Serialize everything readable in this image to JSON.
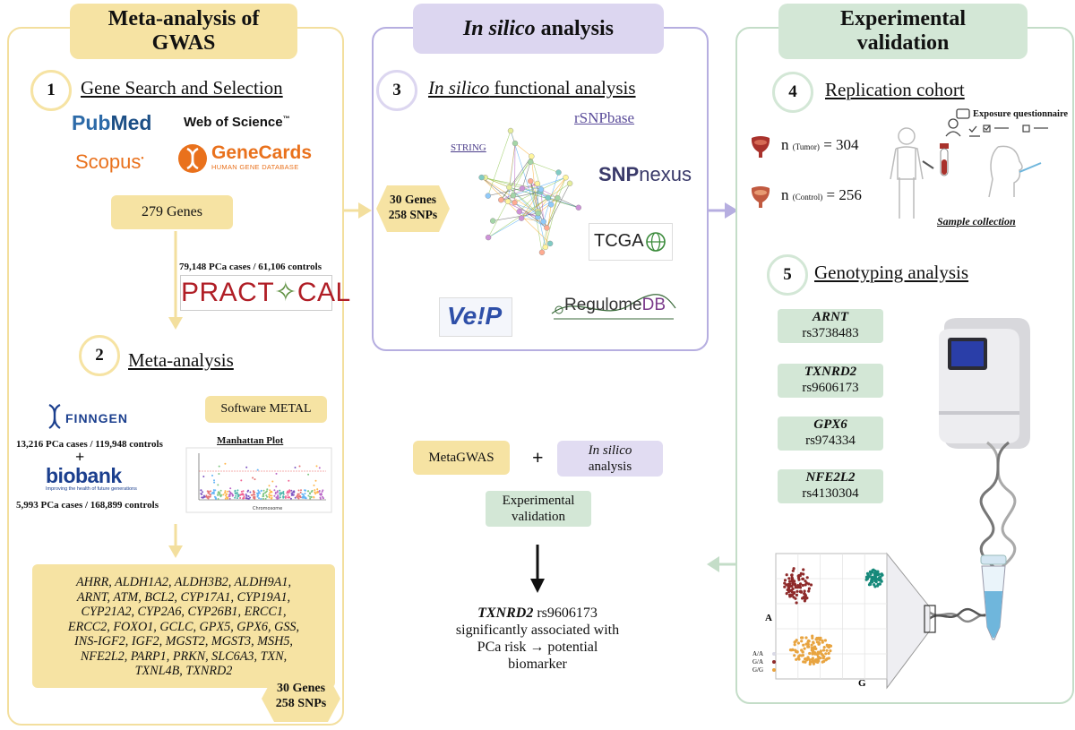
{
  "panels": {
    "meta": {
      "title_line1": "Meta-analysis of",
      "title_line2": "GWAS",
      "color": "#f6e3a3",
      "border": "#f3df9e"
    },
    "silico": {
      "title_em": "In silico",
      "title_rest": " analysis",
      "color": "#dcd6f0",
      "border": "#b6aee0"
    },
    "exp": {
      "title_line1": "Experimental",
      "title_line2": "validation",
      "color": "#d3e7d6",
      "border": "#c4ddc8"
    }
  },
  "step1": {
    "num": "1",
    "title": "Gene Search and Selection",
    "logos": {
      "pubmed_a": "Pub",
      "pubmed_b": "Med",
      "wos": "Web of Science",
      "wos_tm": "™",
      "scopus": "Scopus",
      "genecards": "GeneCards",
      "genecards_sub": "HUMAN GENE DATABASE"
    },
    "genes_box": "279 Genes"
  },
  "practical": {
    "cases": "79,148 PCa cases / 61,106 controls",
    "logo_a": "PRACT",
    "logo_b": "CAL"
  },
  "step2": {
    "num": "2",
    "title": "Meta-analysis",
    "finngen": "FINNGEN",
    "finngen_cases": "13,216 PCa cases / 119,948 controls",
    "plus": "+",
    "biobank": "biobank",
    "biobank_sub": "Improving the health of future generations",
    "biobank_cases": "5,993 PCa cases / 168,899 controls",
    "metal": "Software METAL",
    "manhattan": "Manhattan Plot",
    "manhattan_xlabel": "Chromosome"
  },
  "gene_list": [
    "AHRR, ALDH1A2,  ALDH3B2, ALDH9A1,",
    "ARNT, ATM, BCL2, CYP17A1, CYP19A1,",
    "CYP21A2, CYP2A6,  CYP26B1, ERCC1,",
    "ERCC2, FOXO1, GCLC, GPX5, GPX6, GSS,",
    "INS-IGF2, IGF2, MGST2,  MGST3, MSH5,",
    "NFE2L2, PARP1, PRKN, SLC6A3, TXN,",
    "TXNL4B, TXNRD2"
  ],
  "final_badge": {
    "line1": "30 Genes",
    "line2": "258 SNPs"
  },
  "step3": {
    "num": "3",
    "title_em": "In silico",
    "title_rest": " functional analysis",
    "string": "STRING",
    "rsnpbase": "rSNPbase",
    "snpnexus_a": "SNP",
    "snpnexus_b": "nexus",
    "tcga": "TCGA",
    "vep": "Ve!P",
    "regulome_a": "Regulome",
    "regulome_b": "DB",
    "badge_line1": "30 Genes",
    "badge_line2": "258 SNPs"
  },
  "summary": {
    "metagwas": "MetaGWAS",
    "plus": "+",
    "silico_em": "In silico",
    "silico_rest": "analysis",
    "exp_line1": "Experimental",
    "exp_line2": "validation",
    "result_gene": "TXNRD2",
    "result_snp": " rs9606173",
    "result_line2": "significantly associated with",
    "result_line3": "PCa risk → potential",
    "result_line4": "biomarker"
  },
  "step4": {
    "num": "4",
    "title": "Replication cohort",
    "tumor_n": "n",
    "tumor_sub": "(Tumor)",
    "tumor_val": "= 304",
    "control_n": "n",
    "control_sub": "(Control)",
    "control_val": "= 256",
    "questionnaire": "Exposure questionnaire",
    "sample": "Sample collection"
  },
  "step5": {
    "num": "5",
    "title": "Genotyping analysis",
    "snps": [
      {
        "gene": "ARNT",
        "rs": "rs3738483"
      },
      {
        "gene": "TXNRD2",
        "rs": "rs9606173"
      },
      {
        "gene": "GPX6",
        "rs": "rs974334"
      },
      {
        "gene": "NFE2L2",
        "rs": "rs4130304"
      }
    ],
    "plot_ylabel": "A",
    "plot_xlabel": "G",
    "legend": [
      "A/A",
      "G/A",
      "G/G"
    ]
  }
}
